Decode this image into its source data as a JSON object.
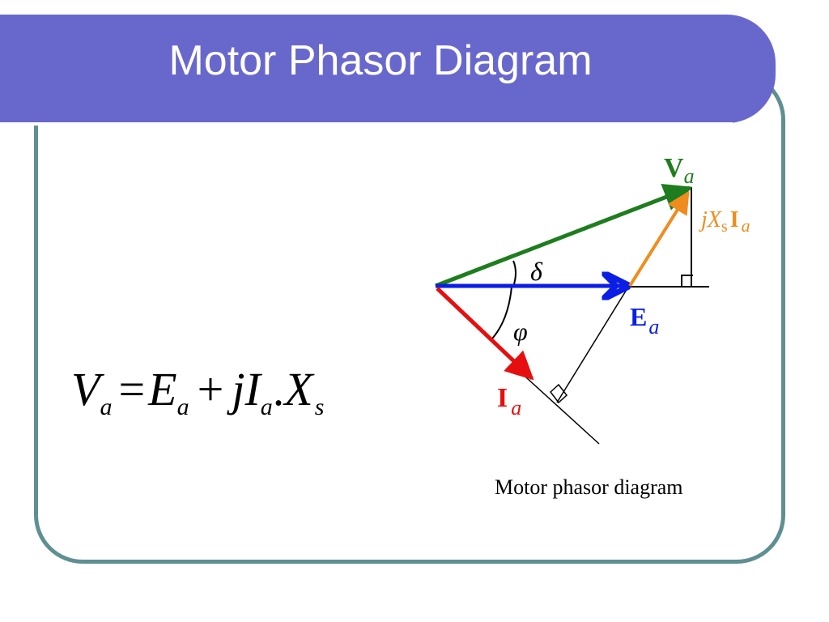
{
  "slide": {
    "title": "Motor Phasor Diagram",
    "colors": {
      "title_bg": "#6868cc",
      "frame_border": "#5f8f92",
      "title_text": "#ffffff"
    }
  },
  "equation": {
    "v": "V",
    "v_sub": "a",
    "eq": "=",
    "e": "E",
    "e_sub": "a",
    "plus": "+",
    "j": "j",
    "i": "I",
    "i_sub": "a",
    "dot": ".",
    "x": "X",
    "x_sub": "s"
  },
  "phasors": {
    "va": {
      "main": "V",
      "sub": "a",
      "color": "#1e7d1e"
    },
    "ea": {
      "main": "E",
      "sub": "a",
      "color": "#0a1ee6"
    },
    "ia": {
      "main": "I",
      "sub": "a",
      "color": "#e60f0f"
    },
    "jxsia": {
      "j": "j",
      "x": "X",
      "x_sub": "s",
      "i": "I",
      "i_sub": "a",
      "color": "#f08c1e"
    },
    "delta": "δ",
    "phi": "φ"
  },
  "caption": "Motor phasor diagram"
}
